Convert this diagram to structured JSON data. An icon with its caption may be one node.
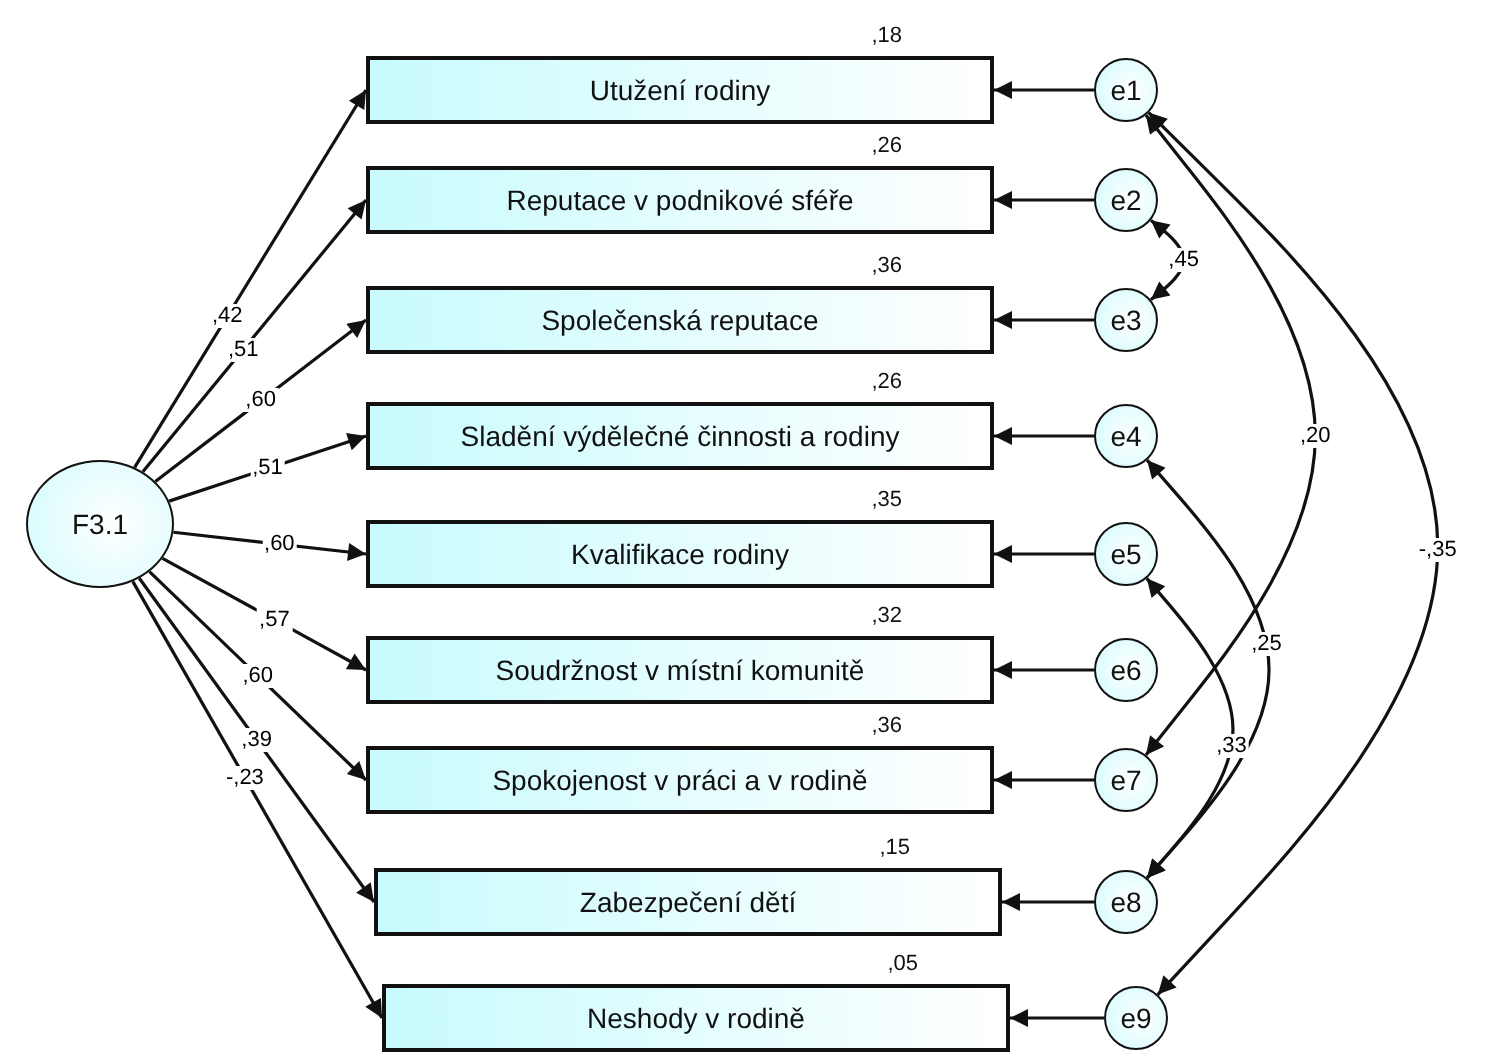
{
  "diagram": {
    "nodes": [
      {
        "text": [
          "F3.1"
        ]
      },
      {
        "text": [
          "Utužení rodiny"
        ],
        "beside": [
          ",18"
        ]
      },
      {
        "text": [
          "Reputace v podnikové sféře"
        ],
        "beside": [
          ",26"
        ]
      },
      {
        "text": [
          "Společenská reputace"
        ],
        "beside": [
          ",36"
        ]
      },
      {
        "text": [
          "Sladění výdělečné činnosti a rodiny"
        ],
        "beside": [
          ",26"
        ]
      },
      {
        "text": [
          "Kvalifikace rodiny"
        ],
        "beside": [
          ",35"
        ]
      },
      {
        "text": [
          "Soudržnost v místní komunitě"
        ],
        "beside": [
          ",32"
        ]
      },
      {
        "text": [
          "Spokojenost v práci a v rodině"
        ],
        "beside": [
          ",36"
        ]
      },
      {
        "text": [
          "Zabezpečení dětí"
        ],
        "beside": [
          ",15"
        ]
      },
      {
        "text": [
          "Neshody v rodině"
        ],
        "beside": [
          ",05"
        ]
      },
      {
        "text": [
          "e1"
        ]
      },
      {
        "text": [
          "e2"
        ]
      },
      {
        "text": [
          "e3"
        ]
      },
      {
        "text": [
          "e4"
        ]
      },
      {
        "text": [
          "e5"
        ]
      },
      {
        "text": [
          "e6"
        ]
      },
      {
        "text": [
          "e7"
        ]
      },
      {
        "text": [
          "e8"
        ]
      },
      {
        "text": [
          "e9"
        ]
      }
    ],
    "edges": [
      {
        "from": 0,
        "to": 1,
        "arrow": "to",
        "label": ",42"
      },
      {
        "from": 0,
        "to": 2,
        "arrow": "to",
        "label": ",51"
      },
      {
        "from": 0,
        "to": 3,
        "arrow": "to",
        "label": ",60"
      },
      {
        "from": 0,
        "to": 4,
        "arrow": "to",
        "label": ",51"
      },
      {
        "from": 0,
        "to": 5,
        "arrow": "to",
        "label": ",60"
      },
      {
        "from": 0,
        "to": 6,
        "arrow": "to",
        "label": ",57"
      },
      {
        "from": 0,
        "to": 7,
        "arrow": "to",
        "label": ",60"
      },
      {
        "from": 0,
        "to": 8,
        "arrow": "to",
        "label": ",39"
      },
      {
        "from": 0,
        "to": 9,
        "arrow": "to",
        "label": "-,23"
      },
      {
        "from": 10,
        "to": 1,
        "arrow": "to"
      },
      {
        "from": 11,
        "to": 2,
        "arrow": "to"
      },
      {
        "from": 12,
        "to": 3,
        "arrow": "to"
      },
      {
        "from": 13,
        "to": 4,
        "arrow": "to"
      },
      {
        "from": 14,
        "to": 5,
        "arrow": "to"
      },
      {
        "from": 15,
        "to": 6,
        "arrow": "to"
      },
      {
        "from": 16,
        "to": 7,
        "arrow": "to"
      },
      {
        "from": 17,
        "to": 8,
        "arrow": "to"
      },
      {
        "from": 18,
        "to": 9,
        "arrow": "to"
      },
      {
        "from": 10,
        "to": 16,
        "arrow": "both",
        "label": ",20"
      },
      {
        "from": 10,
        "to": 18,
        "arrow": "both",
        "label": "-,35"
      },
      {
        "from": 11,
        "to": 12,
        "arrow": "both",
        "label": ",45"
      },
      {
        "from": 13,
        "to": 17,
        "arrow": "both",
        "label": ",25"
      },
      {
        "from": 14,
        "to": 17,
        "arrow": "both",
        "label": ",33"
      }
    ]
  }
}
